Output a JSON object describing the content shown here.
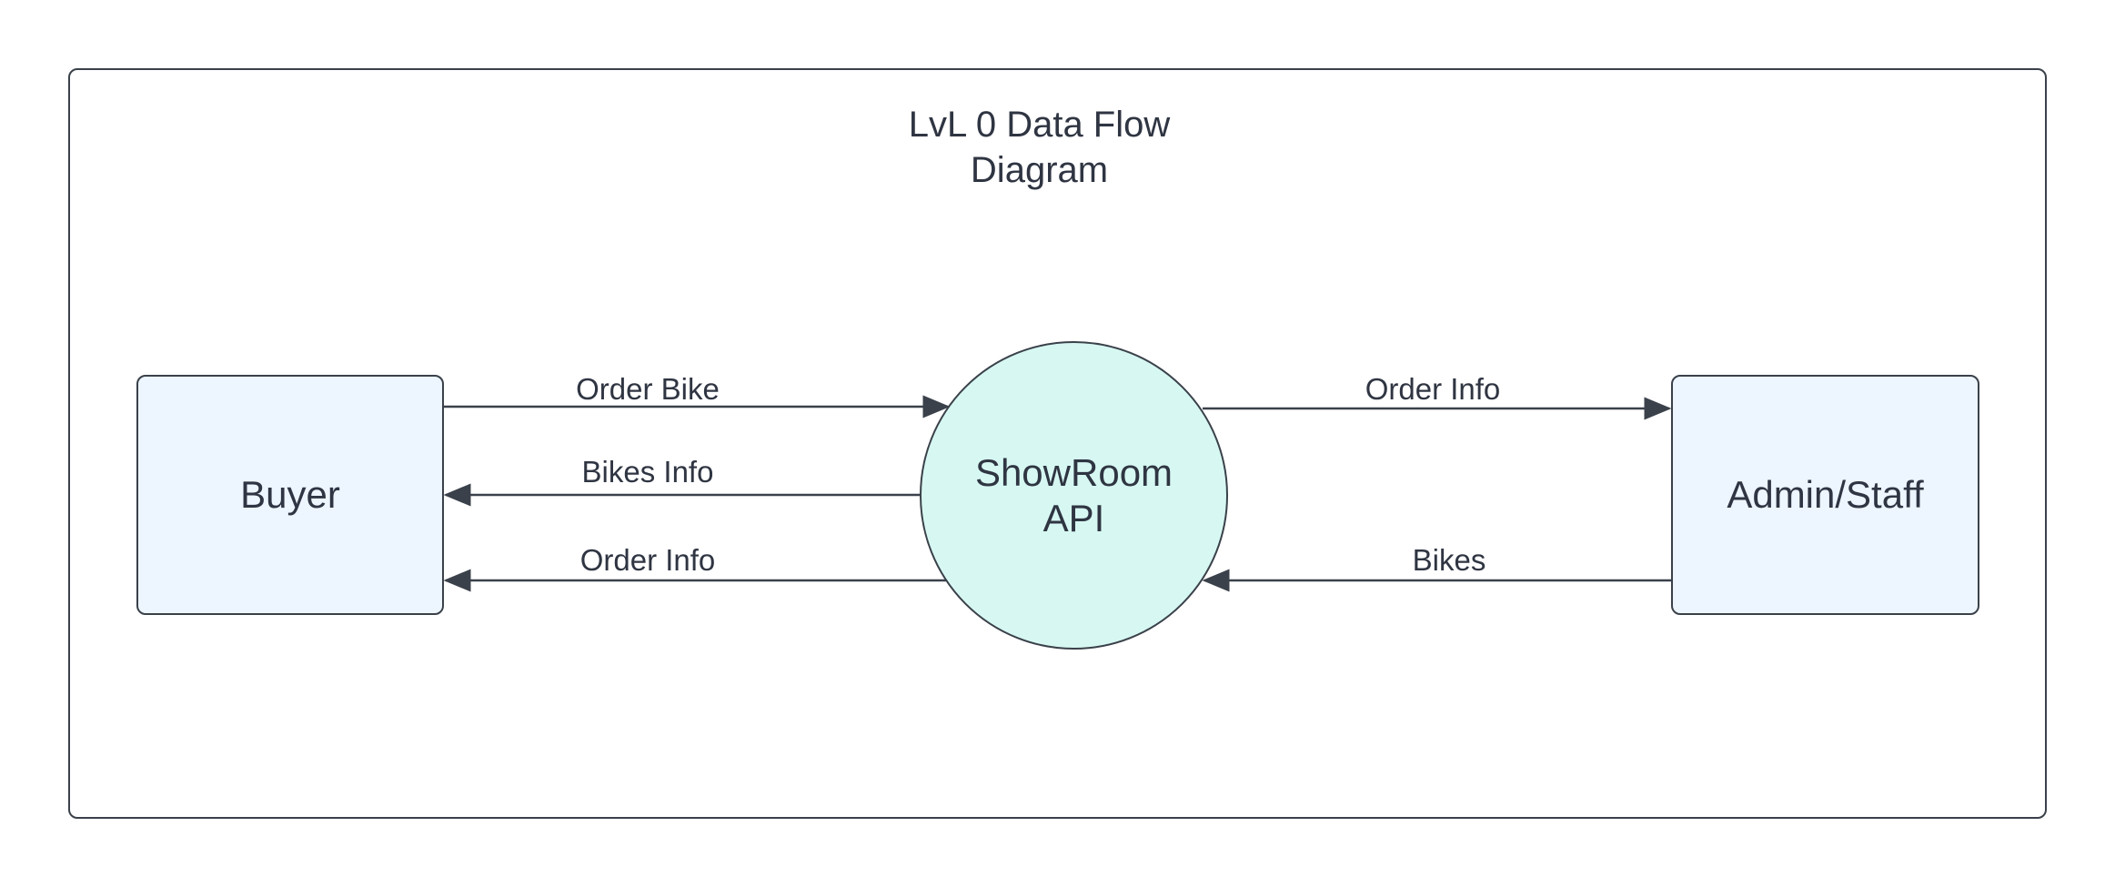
{
  "title": "LvL 0 Data Flow\nDiagram",
  "entities": {
    "buyer": "Buyer",
    "admin": "Admin/Staff"
  },
  "process": {
    "label": "ShowRoom\nAPI"
  },
  "flows": [
    {
      "label": "Order Bike",
      "from": "Buyer",
      "to": "ShowRoom API"
    },
    {
      "label": "Bikes Info",
      "from": "ShowRoom API",
      "to": "Buyer"
    },
    {
      "label": "Order Info",
      "from": "ShowRoom API",
      "to": "Buyer"
    },
    {
      "label": "Order Info",
      "from": "ShowRoom API",
      "to": "Admin/Staff"
    },
    {
      "label": "Bikes",
      "from": "Admin/Staff",
      "to": "ShowRoom API"
    }
  ],
  "colors": {
    "entity_fill": "#edf5ff",
    "process_fill": "#d7f8f2",
    "stroke": "#3a414a",
    "text": "#2f3542"
  }
}
